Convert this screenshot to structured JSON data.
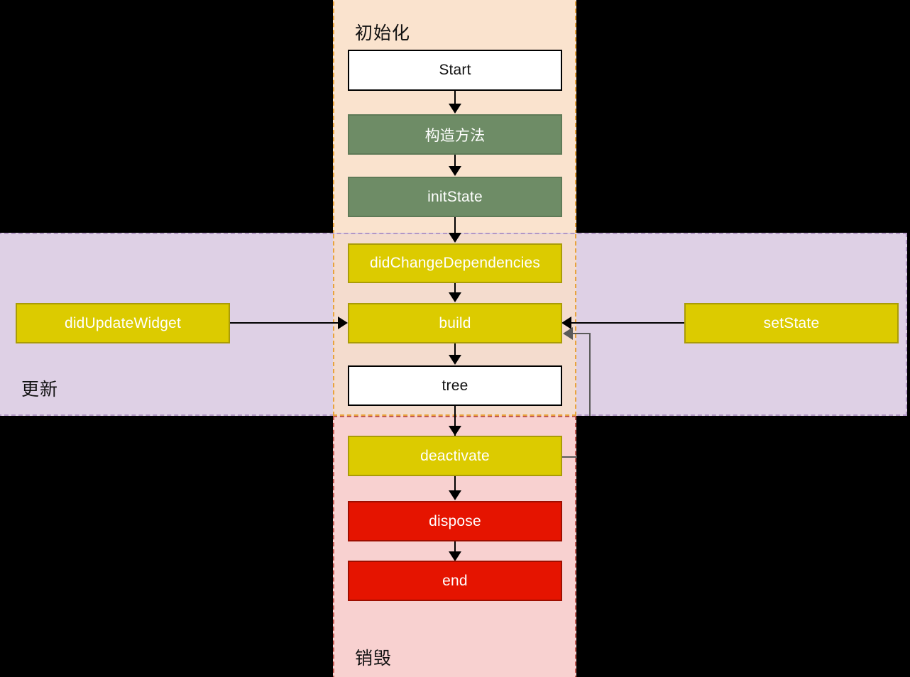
{
  "diagram": {
    "title_text_present": false,
    "regions": [
      {
        "key": "init",
        "label": "初始化",
        "bg": "#FAE3CE",
        "border": "#E8A33D"
      },
      {
        "key": "update",
        "label": "更新",
        "bg": "#DED0E5",
        "border": "#B197C4"
      },
      {
        "key": "destroy",
        "label": "销毁",
        "bg": "#F8D1D0",
        "border": "#C05A52"
      }
    ],
    "nodes": [
      {
        "id": "start",
        "label": "Start",
        "style": "white"
      },
      {
        "id": "constructor",
        "label": "构造方法",
        "style": "green"
      },
      {
        "id": "initState",
        "label": "initState",
        "style": "green"
      },
      {
        "id": "didChangeDependencies",
        "label": "didChangeDependencies",
        "style": "yellow"
      },
      {
        "id": "build",
        "label": "build",
        "style": "yellow"
      },
      {
        "id": "tree",
        "label": "tree",
        "style": "white"
      },
      {
        "id": "deactivate",
        "label": "deactivate",
        "style": "yellow"
      },
      {
        "id": "dispose",
        "label": "dispose",
        "style": "red"
      },
      {
        "id": "end",
        "label": "end",
        "style": "red"
      },
      {
        "id": "didUpdateWidget",
        "label": "didUpdateWidget",
        "style": "yellow"
      },
      {
        "id": "setState",
        "label": "setState",
        "style": "yellow"
      }
    ],
    "edges": [
      {
        "from": "start",
        "to": "constructor",
        "color": "#000000"
      },
      {
        "from": "constructor",
        "to": "initState",
        "color": "#000000"
      },
      {
        "from": "initState",
        "to": "didChangeDependencies",
        "color": "#000000"
      },
      {
        "from": "didChangeDependencies",
        "to": "build",
        "color": "#000000"
      },
      {
        "from": "build",
        "to": "tree",
        "color": "#000000"
      },
      {
        "from": "tree",
        "to": "deactivate",
        "color": "#000000"
      },
      {
        "from": "deactivate",
        "to": "dispose",
        "color": "#000000"
      },
      {
        "from": "dispose",
        "to": "end",
        "color": "#000000"
      },
      {
        "from": "didUpdateWidget",
        "to": "build",
        "color": "#000000"
      },
      {
        "from": "setState",
        "to": "build",
        "color": "#000000"
      },
      {
        "from": "deactivate",
        "to": "build",
        "color": "#5A5A5A"
      }
    ],
    "colors": {
      "white_node_bg": "#FFFFFF",
      "green_node_bg": "#6E8C66",
      "yellow_node_bg": "#DCCB00",
      "red_node_bg": "#E51400",
      "canvas_bg": "#000000",
      "edge_black": "#000000",
      "edge_gray": "#5A5A5A"
    }
  }
}
